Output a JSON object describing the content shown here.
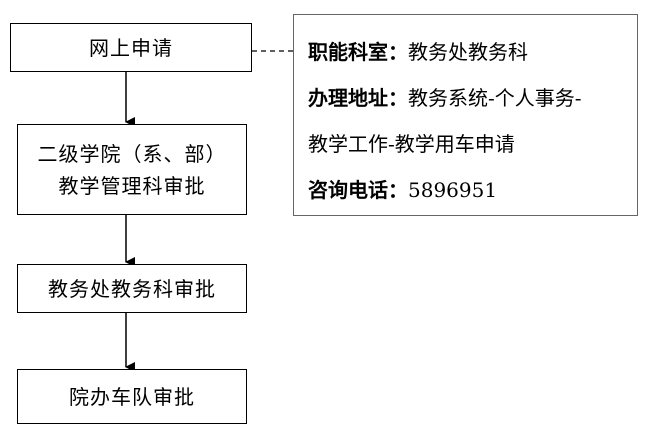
{
  "flow": {
    "step1": "网上申请",
    "step2_line1": "二级学院（系、部）",
    "step2_line2": "教学管理科审批",
    "step3": "教务处教务科审批",
    "step4": "院办车队审批"
  },
  "info": {
    "dept_label": "职能科室：",
    "dept_value": "教务处教务科",
    "address_label": "办理地址：",
    "address_value_line1": "教务系统-个人事务-",
    "address_value_line2": "教学工作-教学用车申请",
    "phone_label": "咨询电话：",
    "phone_value": "5896951"
  }
}
